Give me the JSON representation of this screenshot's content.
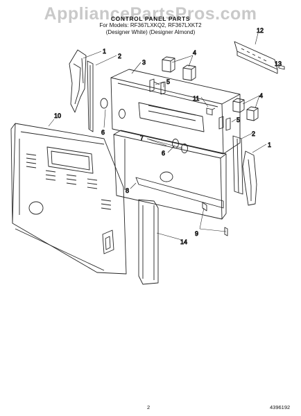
{
  "header": {
    "watermark": "AppliancePartsPros.com",
    "title": "CONTROL PANEL PARTS",
    "models": "For Models: RF367LXKQ2, RF367LXKT2",
    "colors": "(Designer White) (Designer Almond)"
  },
  "callouts": [
    "1",
    "2",
    "3",
    "4",
    "5",
    "11",
    "4",
    "5",
    "2",
    "1",
    "12",
    "13",
    "10",
    "6",
    "7",
    "6",
    "8",
    "9",
    "14"
  ],
  "footer": {
    "page_number": "2",
    "doc_number": "4396192"
  }
}
